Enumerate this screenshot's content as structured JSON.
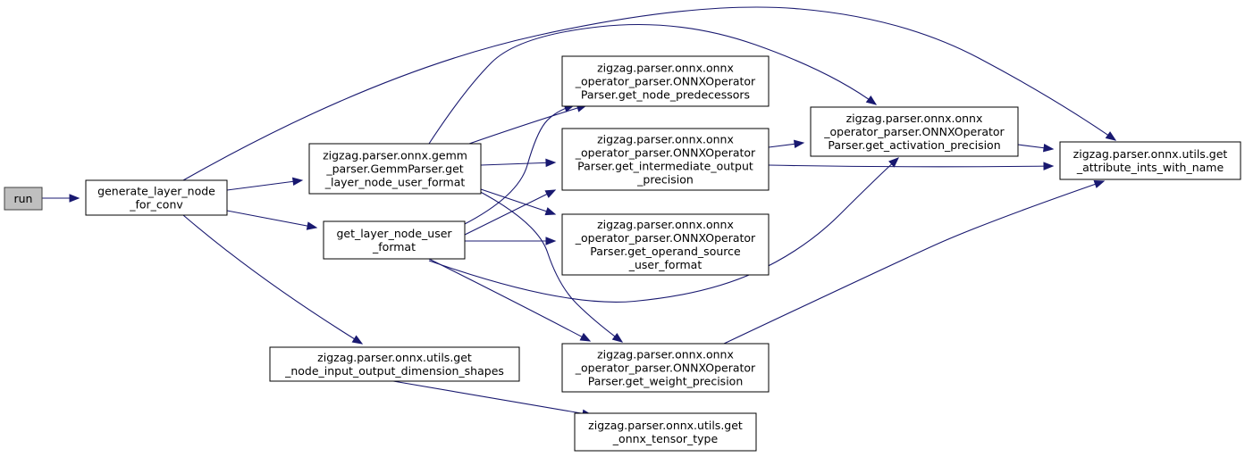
{
  "diagram": {
    "type": "call-graph",
    "nodes": [
      {
        "id": "run",
        "lines": [
          "run"
        ],
        "highlighted": true
      },
      {
        "id": "generate",
        "lines": [
          "generate_layer_node",
          "_for_conv"
        ]
      },
      {
        "id": "gemm",
        "lines": [
          "zigzag.parser.onnx.gemm",
          "_parser.GemmParser.get",
          "_layer_node_user_format"
        ]
      },
      {
        "id": "getlayer",
        "lines": [
          "get_layer_node_user",
          "_format"
        ]
      },
      {
        "id": "shapes",
        "lines": [
          "zigzag.parser.onnx.utils.get",
          "_node_input_output_dimension_shapes"
        ]
      },
      {
        "id": "pred",
        "lines": [
          "zigzag.parser.onnx.onnx",
          "_operator_parser.ONNXOperator",
          "Parser.get_node_predecessors"
        ]
      },
      {
        "id": "inter",
        "lines": [
          "zigzag.parser.onnx.onnx",
          "_operator_parser.ONNXOperator",
          "Parser.get_intermediate_output",
          "_precision"
        ]
      },
      {
        "id": "operand",
        "lines": [
          "zigzag.parser.onnx.onnx",
          "_operator_parser.ONNXOperator",
          "Parser.get_operand_source",
          "_user_format"
        ]
      },
      {
        "id": "weight",
        "lines": [
          "zigzag.parser.onnx.onnx",
          "_operator_parser.ONNXOperator",
          "Parser.get_weight_precision"
        ]
      },
      {
        "id": "tensor",
        "lines": [
          "zigzag.parser.onnx.utils.get",
          "_onnx_tensor_type"
        ]
      },
      {
        "id": "act",
        "lines": [
          "zigzag.parser.onnx.onnx",
          "_operator_parser.ONNXOperator",
          "Parser.get_activation_precision"
        ]
      },
      {
        "id": "attr",
        "lines": [
          "zigzag.parser.onnx.utils.get",
          "_attribute_ints_with_name"
        ]
      }
    ],
    "edges": [
      {
        "from": "run",
        "to": "generate"
      },
      {
        "from": "generate",
        "to": "gemm"
      },
      {
        "from": "generate",
        "to": "getlayer"
      },
      {
        "from": "generate",
        "to": "shapes"
      },
      {
        "from": "generate",
        "to": "attr"
      },
      {
        "from": "gemm",
        "to": "act"
      },
      {
        "from": "gemm",
        "to": "pred"
      },
      {
        "from": "gemm",
        "to": "inter"
      },
      {
        "from": "gemm",
        "to": "operand"
      },
      {
        "from": "gemm",
        "to": "weight"
      },
      {
        "from": "getlayer",
        "to": "pred"
      },
      {
        "from": "getlayer",
        "to": "inter"
      },
      {
        "from": "getlayer",
        "to": "operand"
      },
      {
        "from": "getlayer",
        "to": "weight"
      },
      {
        "from": "getlayer",
        "to": "act"
      },
      {
        "from": "shapes",
        "to": "tensor"
      },
      {
        "from": "inter",
        "to": "act"
      },
      {
        "from": "inter",
        "to": "attr"
      },
      {
        "from": "act",
        "to": "attr"
      },
      {
        "from": "weight",
        "to": "attr"
      }
    ]
  },
  "colors": {
    "edge": "#191970",
    "node_fill": "#ffffff",
    "root_fill": "#bfbfbf",
    "root_stroke": "#404040",
    "text": "#000000"
  }
}
